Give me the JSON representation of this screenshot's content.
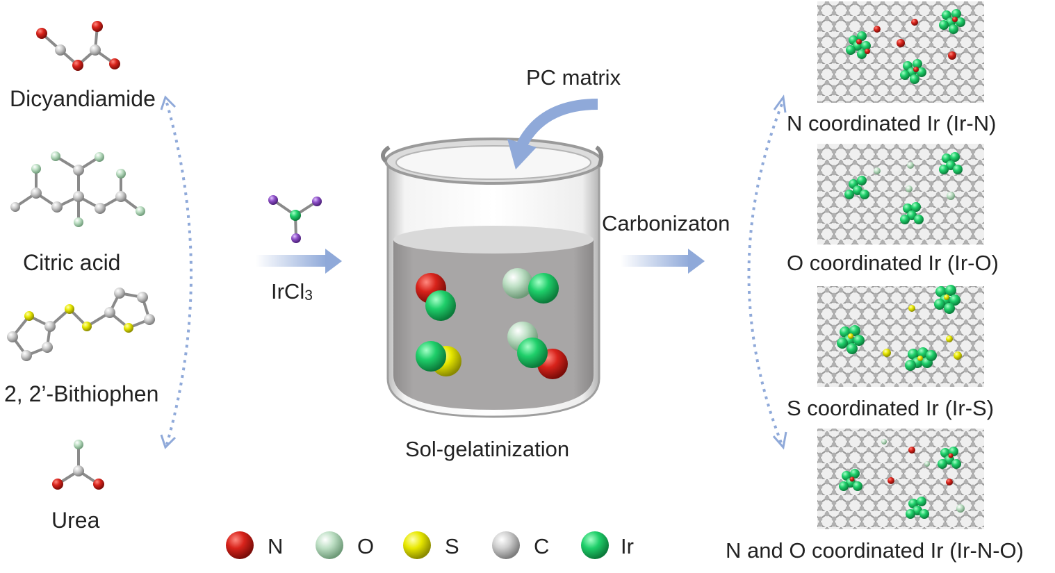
{
  "precursors": [
    {
      "label": "Dicyandiamide"
    },
    {
      "label": "Citric acid"
    },
    {
      "label": "2, 2’-Bithiophen"
    },
    {
      "label": "Urea"
    }
  ],
  "reagent": {
    "main": "IrCl",
    "sub": "3"
  },
  "matrix_label": "PC matrix",
  "beaker_label": "Sol-gelatinization",
  "process_label": "Carbonizaton",
  "products": [
    {
      "label": "N coordinated Ir (Ir-N)"
    },
    {
      "label": "O coordinated Ir (Ir-O)"
    },
    {
      "label": "S coordinated Ir (Ir-S)"
    },
    {
      "label": "N and O coordinated Ir (Ir-N-O)"
    }
  ],
  "legend": [
    {
      "symbol": "N",
      "color": "#d0201a"
    },
    {
      "symbol": "O",
      "color": "#b8dcc0"
    },
    {
      "symbol": "S",
      "color": "#e6e600"
    },
    {
      "symbol": "C",
      "color": "#c8c8c8"
    },
    {
      "symbol": "Ir",
      "color": "#1fcf6a"
    }
  ],
  "colors": {
    "arrow": "#8fa9d9",
    "liquid": "#a8a6a6"
  }
}
